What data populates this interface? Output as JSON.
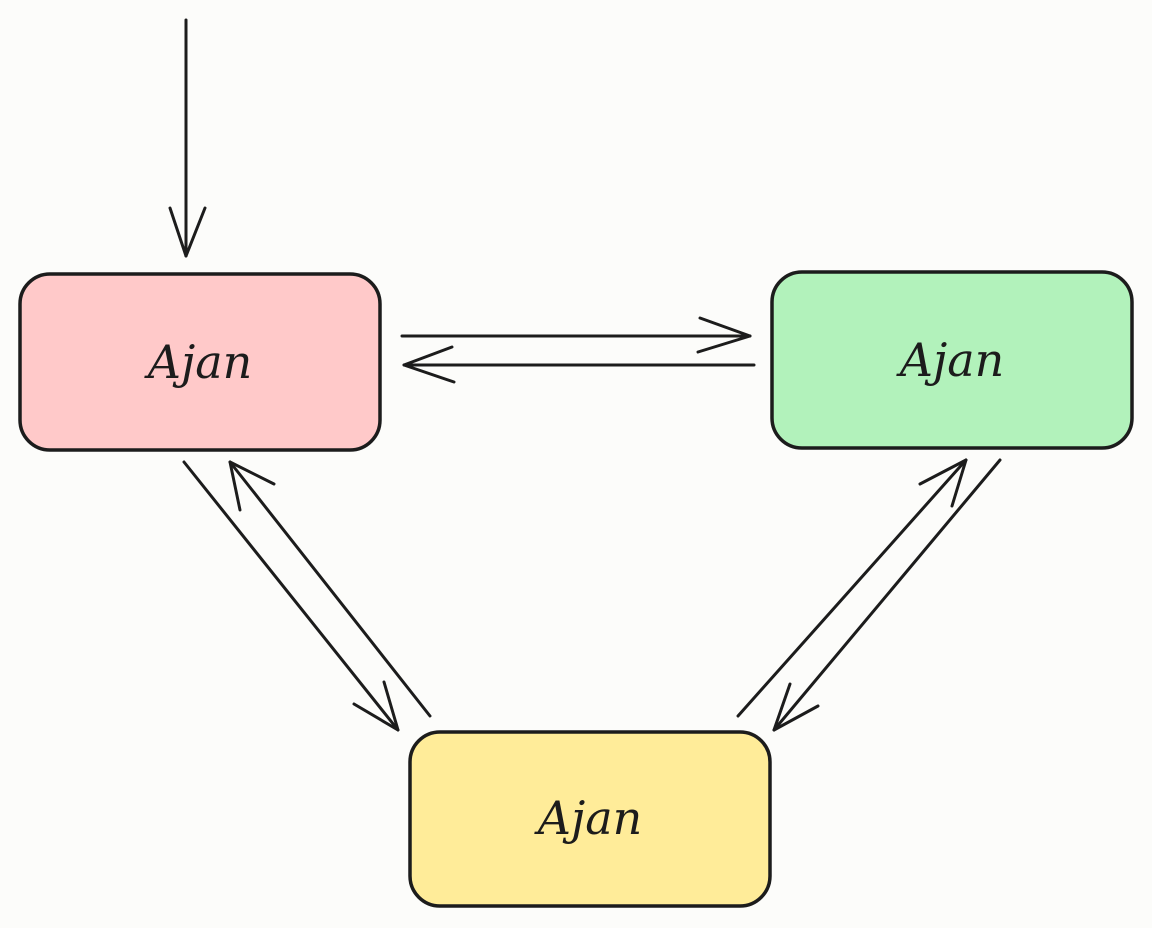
{
  "nodes": [
    {
      "id": "agent-red",
      "label": "Ajan",
      "fill": "#ffc9c9"
    },
    {
      "id": "agent-green",
      "label": "Ajan",
      "fill": "#b2f2bb"
    },
    {
      "id": "agent-yellow",
      "label": "Ajan",
      "fill": "#ffec99"
    }
  ],
  "edges": [
    {
      "from": "entry",
      "to": "agent-red"
    },
    {
      "from": "agent-red",
      "to": "agent-green"
    },
    {
      "from": "agent-green",
      "to": "agent-red"
    },
    {
      "from": "agent-red",
      "to": "agent-yellow"
    },
    {
      "from": "agent-yellow",
      "to": "agent-red"
    },
    {
      "from": "agent-yellow",
      "to": "agent-green"
    },
    {
      "from": "agent-green",
      "to": "agent-yellow"
    }
  ],
  "colors": {
    "stroke": "#1c1c1c",
    "background": "#fcfcfa"
  }
}
